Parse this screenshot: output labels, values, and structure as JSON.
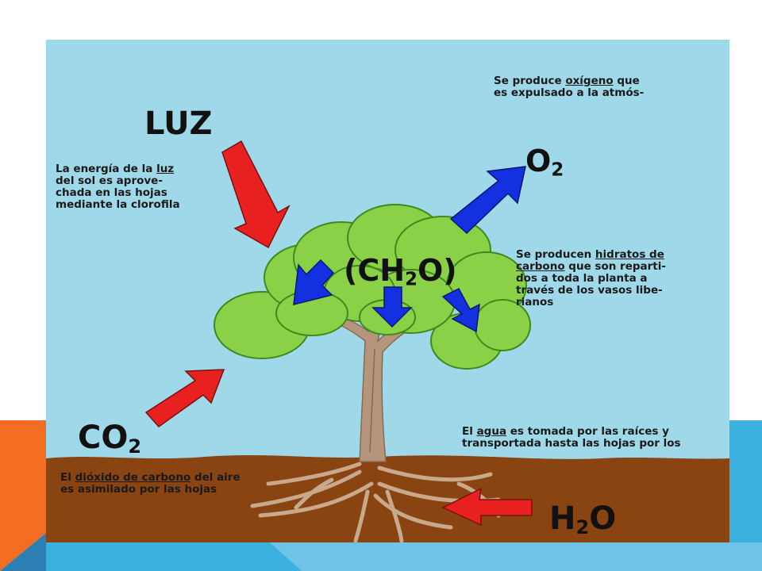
{
  "slide": {
    "colors": {
      "sky": "#9fd8e8",
      "soil": "#8a4412",
      "leaf": "#8bd147",
      "leaf_dark": "#3f8a1c",
      "trunk": "#b5967c",
      "arrow_red": "#e82020",
      "arrow_blue": "#1330e0",
      "accent_orange": "#f26d21",
      "accent_blue": "#3cb0de"
    }
  },
  "labels": {
    "luz": "LUZ",
    "o2": {
      "base": "O",
      "sub": "2"
    },
    "ch2o": {
      "open": "(CH",
      "sub": "2",
      "close": "O)"
    },
    "co2": {
      "base": "CO",
      "sub": "2"
    },
    "h2o": {
      "base": "H",
      "sub": "2",
      "end": "O"
    }
  },
  "notes": {
    "luz": {
      "l1_pre": "La energía de la ",
      "l1_u": "luz",
      "l2": "del sol es aprove-",
      "l3": "chada en las hojas",
      "l4": "mediante la clorofila"
    },
    "oxygen": {
      "l1_pre": "Se produce ",
      "l1_u": "oxígeno",
      "l1_post": " que",
      "l2": "es expulsado a la atmós-"
    },
    "carbs": {
      "l1_pre": "Se producen ",
      "l1_u": "hidratos de",
      "l2_u": "carbono",
      "l2_post": " que son reparti-",
      "l3": "dos a toda la planta a",
      "l4": "través de los vasos libe-",
      "l5": "rianos"
    },
    "water": {
      "l1_pre": "El ",
      "l1_u": "agua",
      "l1_post": " es tomada por las raíces y",
      "l2": "transportada hasta las hojas por los"
    },
    "co2": {
      "l1_pre": "El ",
      "l1_u": "dióxido de carbono",
      "l1_post": " del aire",
      "l2": "es asimilado por las hojas"
    }
  }
}
